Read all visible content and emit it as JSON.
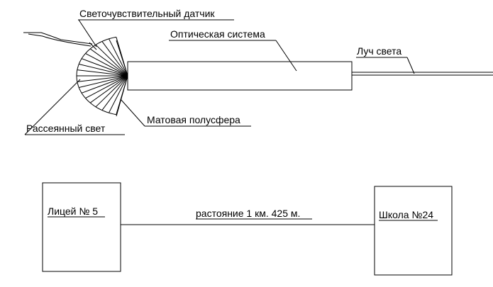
{
  "optical_diagram": {
    "labels": {
      "sensor": "Светочувствительный датчик",
      "optical_system": "Оптическая система",
      "light_beam": "Луч света",
      "scattered_light": "Рассеянный свет",
      "matte_hemisphere": "Матовая полусфера"
    }
  },
  "link_diagram": {
    "left_box_label": "Лицей № 5",
    "right_box_label": "Школа №24",
    "distance_label": "растояние 1 км. 425 м."
  }
}
